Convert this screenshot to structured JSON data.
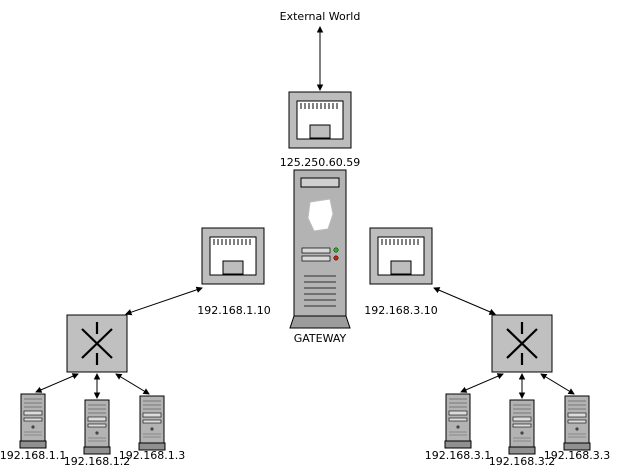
{
  "diagram": {
    "external_world_label": "External World",
    "gateway": {
      "label": "GATEWAY",
      "wan_ip": "125.250.60.59",
      "lan_left_ip": "192.168.1.10",
      "lan_right_ip": "192.168.3.10"
    },
    "left_subnet_hosts": [
      "192.168.1.1",
      "192.168.1.2",
      "192.168.1.3"
    ],
    "right_subnet_hosts": [
      "192.168.3.1",
      "192.168.3.2",
      "192.168.3.3"
    ],
    "colors": {
      "background": "#ffffff",
      "line": "#000000",
      "device_fill": "#bdbdbd",
      "device_outline": "#000000",
      "led_green": "#22bb22",
      "led_red": "#cc2200"
    }
  }
}
